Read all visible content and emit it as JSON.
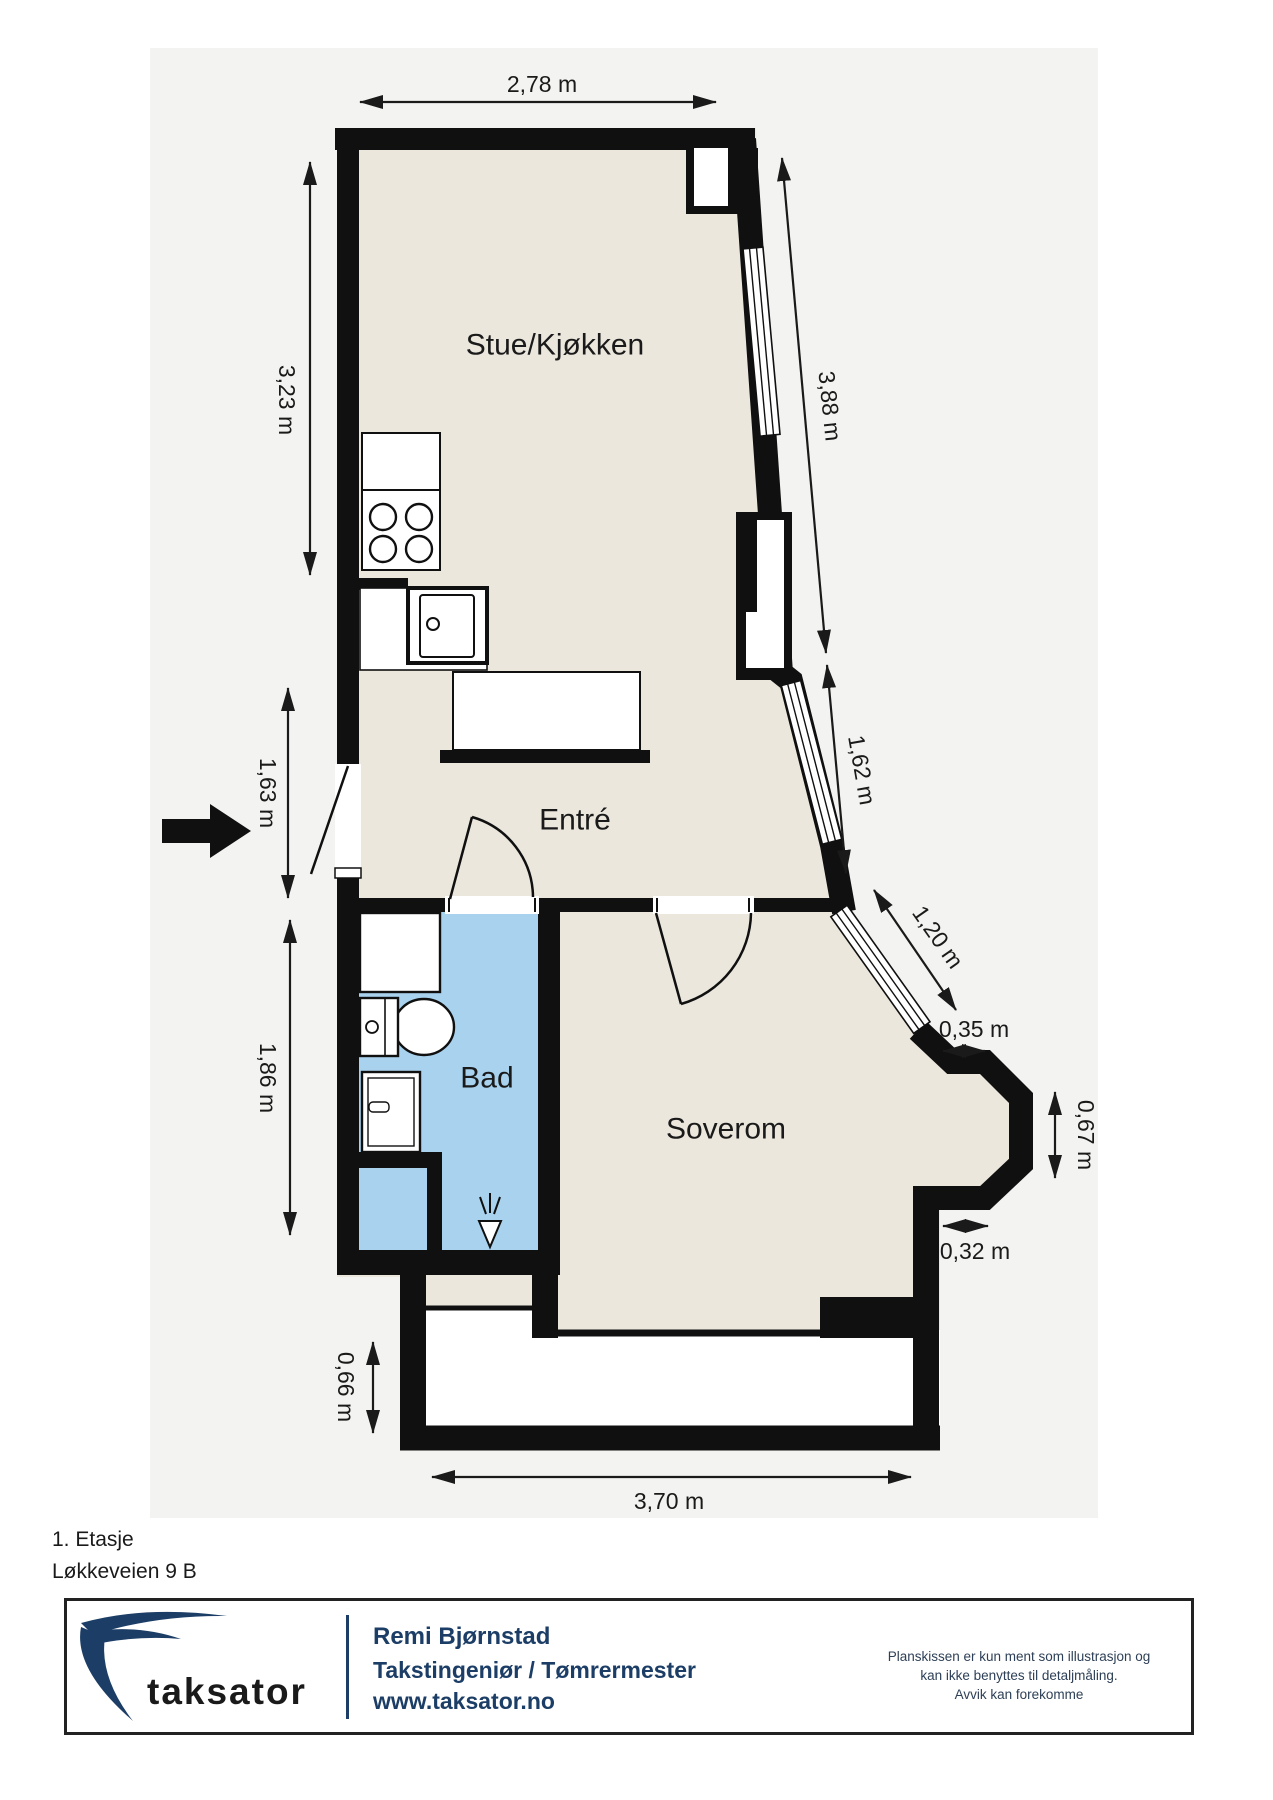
{
  "plan": {
    "rooms": [
      {
        "label": "Stue/Kjøkken"
      },
      {
        "label": "Entré"
      },
      {
        "label": "Bad"
      },
      {
        "label": "Soverom"
      }
    ],
    "dimensions": {
      "top": "2,78 m",
      "left1": "3,23 m",
      "left2": "1,63 m",
      "left3": "1,86 m",
      "left4": "0,66 m",
      "bottom": "3,70 m",
      "right1": "3,88 m",
      "right2": "1,62 m",
      "right3": "1,20 m",
      "bay_top": "0,35 m",
      "bay_right": "0,67 m",
      "bay_bottom": "0,32 m"
    }
  },
  "meta": {
    "floor": "1. Etasje",
    "address": "Løkkeveien 9 B"
  },
  "footer": {
    "logo_text": "taksator",
    "name": "Remi Bjørnstad",
    "title": "Takstingeniør / Tømrermester",
    "url": "www.taksator.no",
    "disclaimer1": "Planskissen er kun ment som illustrasjon og",
    "disclaimer2": "kan ikke benyttes til detaljmåling.",
    "disclaimer3": "Avvik kan forekomme"
  },
  "colors": {
    "wall": "#101010",
    "floor": "#ebe7dd",
    "bathroom_floor": "#a8d2ee",
    "plan_background": "#f3f3f1",
    "balcony": "#ffffff",
    "navy": "#1c3e66",
    "logo_gray": "#8a8b8d"
  }
}
